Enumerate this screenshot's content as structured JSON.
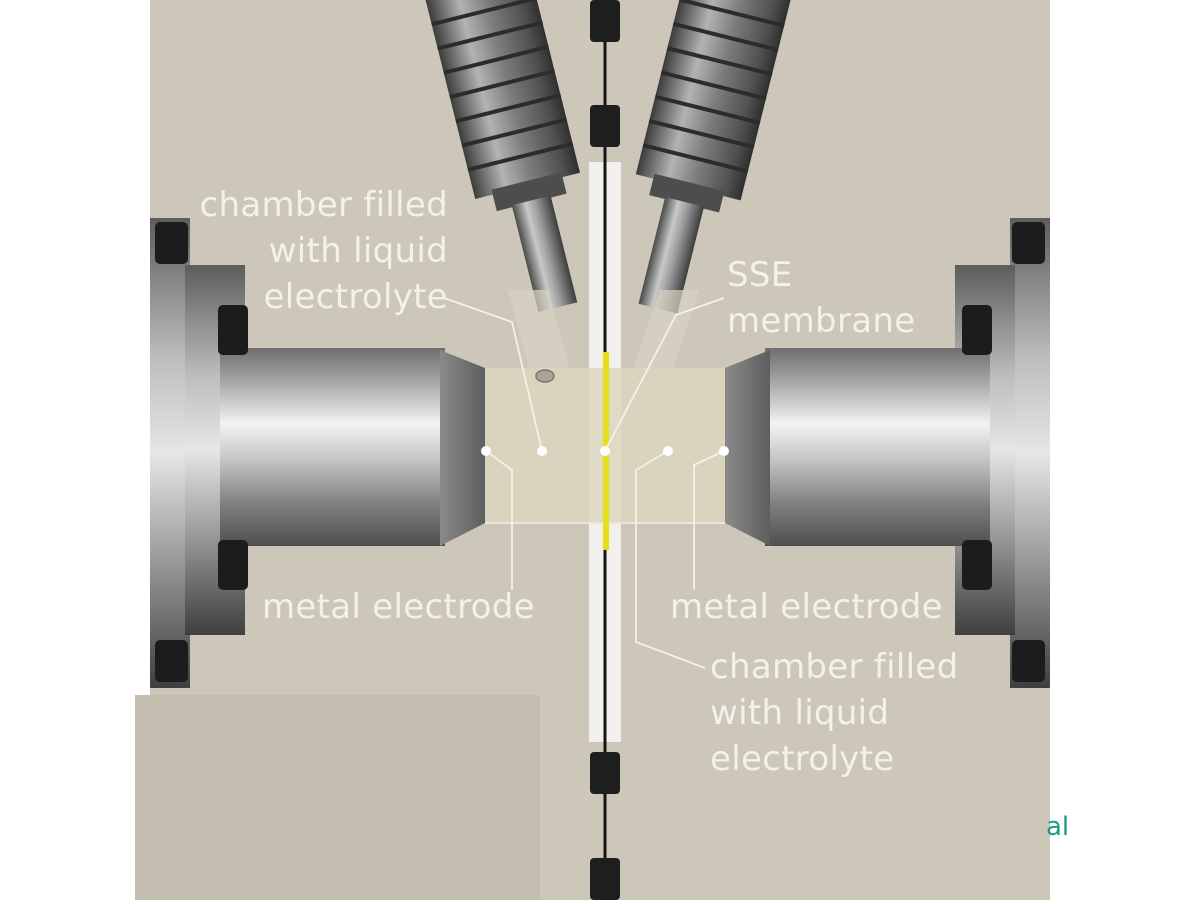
{
  "labels": {
    "chamber_left": [
      "chamber filled",
      "with liquid",
      "electrolyte"
    ],
    "sse_membrane": [
      "SSE",
      "membrane"
    ],
    "metal_electrode_left": "metal electrode",
    "metal_electrode_right": "metal electrode",
    "chamber_right": [
      "chamber filled",
      "with liquid",
      "electrolyte"
    ],
    "stray_text": "al"
  },
  "colors": {
    "background": "#cdc7b9",
    "label_text": "#f4f1ea",
    "leader_line": "#f4f1ea",
    "membrane": "#e6df1c",
    "gasket": "#1c1c1c",
    "stray_text": "#1a9a8a"
  }
}
